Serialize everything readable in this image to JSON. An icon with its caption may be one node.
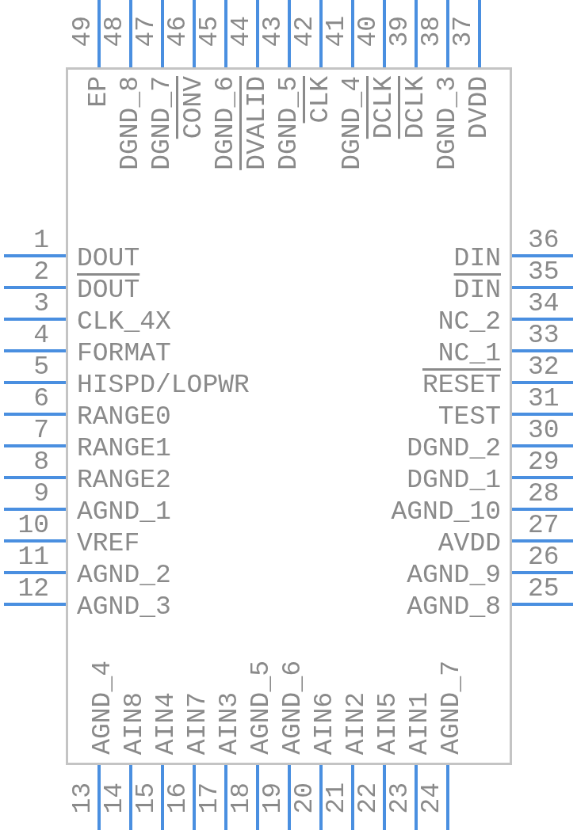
{
  "diagram": {
    "nodes": [
      {
        "text": [
          "DOUT",
          "DOUT",
          "CLK_4X",
          "FORMAT",
          "HISPD/LOPWR",
          "RANGE0",
          "RANGE1",
          "RANGE2",
          "AGND_1",
          "VREF",
          "AGND_2",
          "AGND_3",
          "AGND_4",
          "AIN8",
          "AIN4",
          "AIN7",
          "AIN3",
          "AGND_5",
          "AGND_6",
          "AIN6",
          "AIN2",
          "AIN5",
          "AIN1",
          "AGND_7",
          "AGND_8",
          "AGND_9",
          "AVDD",
          "AGND_10",
          "DGND_1",
          "DGND_2",
          "TEST",
          "RESET",
          "NC_1",
          "NC_2",
          "DIN",
          "DIN",
          "DVDD",
          "DGND_3",
          "DCLK",
          "DCLK",
          "DGND_4",
          "CLK",
          "DGND_5",
          "DVALID",
          "DGND_6",
          "CONV",
          "DGND_7",
          "DGND_8",
          "EP"
        ]
      }
    ],
    "labels": [
      "1",
      "2",
      "3",
      "4",
      "5",
      "6",
      "7",
      "8",
      "9",
      "10",
      "11",
      "12",
      "13",
      "14",
      "15",
      "16",
      "17",
      "18",
      "19",
      "20",
      "21",
      "22",
      "23",
      "24",
      "25",
      "26",
      "27",
      "28",
      "29",
      "30",
      "31",
      "32",
      "33",
      "34",
      "35",
      "36",
      "37",
      "38",
      "39",
      "40",
      "41",
      "42",
      "43",
      "44",
      "45",
      "46",
      "47",
      "48",
      "49"
    ]
  }
}
